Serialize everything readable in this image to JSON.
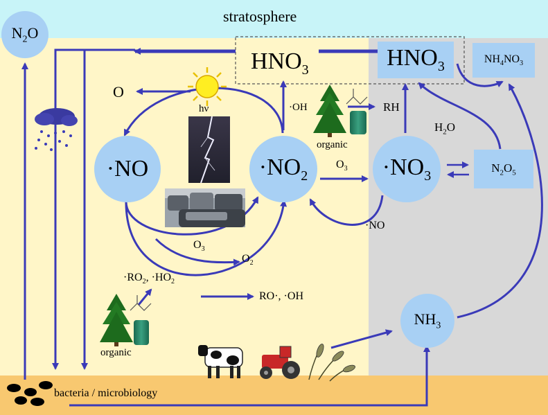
{
  "regions": {
    "stratosphere": "stratosphere",
    "ground": "bacteria / microbiology"
  },
  "species": {
    "n2o": {
      "main": "N",
      "sub": "2",
      "tail": "O"
    },
    "no": "·NO",
    "no2": {
      "main": "·NO",
      "sub": "2"
    },
    "no3": {
      "main": "·NO",
      "sub": "3"
    },
    "hno3_left": {
      "main": "HNO",
      "sub": "3"
    },
    "hno3_right": {
      "main": "HNO",
      "sub": "3"
    },
    "nh4no3": {
      "a": "NH",
      "s1": "4",
      "b": "NO",
      "s2": "3"
    },
    "n2o5": {
      "a": "N",
      "s1": "2",
      "b": "O",
      "s2": "5"
    },
    "nh3": {
      "main": "NH",
      "sub": "3"
    }
  },
  "labels": {
    "o": "O",
    "hv": "hν",
    "oh": "·OH",
    "rh": "RH",
    "organic_top": "organic",
    "organic_bottom": "organic",
    "o3_mid": {
      "main": "O",
      "sub": "3"
    },
    "h2o": {
      "a": "H",
      "s": "2",
      "b": "O"
    },
    "no_return": "·NO",
    "o3_low": {
      "main": "O",
      "sub": "3"
    },
    "o2": {
      "main": "O",
      "sub": "2"
    },
    "ro2": {
      "a": "·RO",
      "s1": "2",
      "b": ", ·HO",
      "s2": "2"
    },
    "ro_oh": "RO·, ·OH"
  },
  "colors": {
    "sky": "#c8f4f8",
    "left_bg": "#fff6c8",
    "right_bg": "#d8d8d8",
    "ground": "#f8c870",
    "node": "#a8d0f4",
    "arrow": "#3a3ab8"
  },
  "icons": [
    "sun-icon",
    "lightning-icon",
    "traffic-icon",
    "rain-cloud-icon",
    "tree-icon",
    "oil-barrel-icon",
    "cow-icon",
    "tractor-icon",
    "wheat-icon",
    "bacteria-icon"
  ]
}
